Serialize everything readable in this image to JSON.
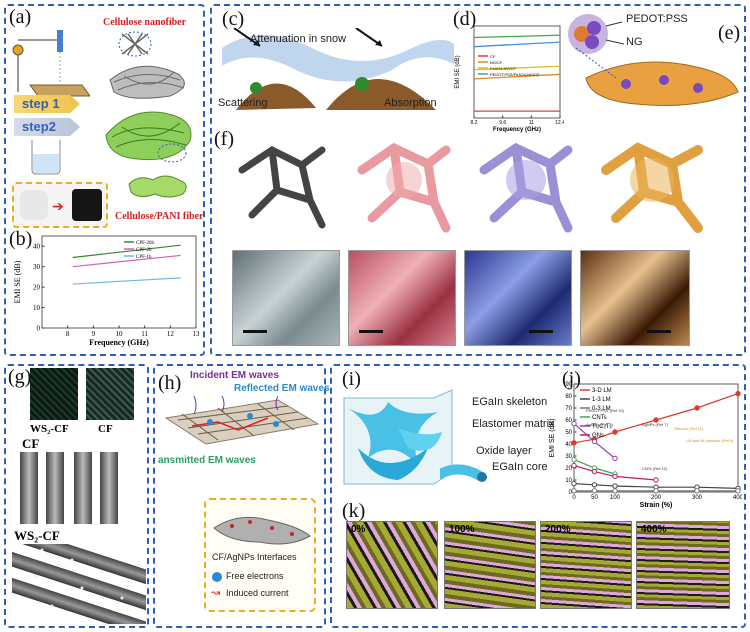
{
  "figure": {
    "panel_labels": {
      "a": "(a)",
      "b": "(b)",
      "c": "(c)",
      "d": "(d)",
      "e": "(e)",
      "f": "(f)",
      "g": "(g)",
      "h": "(h)",
      "i": "(i)",
      "j": "(j)",
      "k": "(k)"
    },
    "a": {
      "cellulose_nanofiber": "Cellulose nanofiber",
      "step1": "step 1",
      "step2": "step2",
      "pani_fiber": "Cellulose/PANI fiber"
    },
    "c": {
      "attenuation": "Attenuation in snow",
      "scattering": "Scattering",
      "absorption": "Absorption"
    },
    "e": {
      "pedot": "PEDOT:PSS",
      "ng": "NG"
    },
    "g": {
      "ws2cf_top": "WS₂-CF",
      "cf_top": "CF",
      "cf_label": "CF",
      "ws2cf_label": "WS₂-CF"
    },
    "h": {
      "incident": "Incident EM waves",
      "reflected": "Reflected EM waves",
      "transmitted": "ansmitted EM waves",
      "interfaces": "CF/AgNPs Interfaces",
      "free_electrons": "Free electrons",
      "induced_current": "Induced current"
    },
    "i": {
      "skeleton": "EGaIn skeleton",
      "matrix": "Elastomer matrix",
      "oxide": "Oxide layer",
      "core": "EGaIn core"
    },
    "k": {
      "strains": [
        "0%",
        "100%",
        "200%",
        "400%"
      ]
    }
  },
  "chart_data": [
    {
      "panel": "b",
      "type": "line",
      "xlabel": "Frequency (GHz)",
      "ylabel": "EMI SE  (dB)",
      "xlim": [
        7,
        13
      ],
      "ylim": [
        0,
        45
      ],
      "xticks": [
        8,
        9,
        10,
        11,
        12,
        13
      ],
      "yticks": [
        0,
        10,
        20,
        30,
        40
      ],
      "legend_position": "top-right",
      "series": [
        {
          "name": "CPF-20h",
          "color": "#2f8a2f",
          "x": [
            8.2,
            12.4
          ],
          "y": [
            34.5,
            40.5
          ]
        },
        {
          "name": "CPF-2h",
          "color": "#d060c0",
          "x": [
            8.2,
            12.4
          ],
          "y": [
            30,
            35.5
          ]
        },
        {
          "name": "CPF-1h",
          "color": "#6fb8e6",
          "x": [
            8.2,
            12.4
          ],
          "y": [
            21.5,
            24.5
          ]
        }
      ]
    },
    {
      "panel": "d",
      "type": "line",
      "xlabel": "Frequency (GHz)",
      "ylabel": "EMI SE (dB)",
      "xlim": [
        8.2,
        12.4
      ],
      "ylim": [
        0,
        40
      ],
      "xticks": [
        8.2,
        9.6,
        11.0,
        12.4
      ],
      "legend_position": "middle-left",
      "series": [
        {
          "name": "CF",
          "color": "#e23c3c",
          "x": [
            8.2,
            12.4
          ],
          "y": [
            3,
            3
          ]
        },
        {
          "name": "NG/CF",
          "color": "#e08a1a",
          "x": [
            8.2,
            12.4
          ],
          "y": [
            17,
            19
          ]
        },
        {
          "name": "Fe3O4-NG/CF",
          "color": "#d8c21a",
          "x": [
            8.2,
            12.4
          ],
          "y": [
            21,
            22.5
          ]
        },
        {
          "name": "PEDOT:PSS/Fe3O4-NG/CF",
          "color": "#4a8fd6",
          "x": [
            8.2,
            12.4
          ],
          "y": [
            31,
            33
          ]
        },
        {
          "name": "",
          "color": "#3fae5a",
          "x": [
            8.2,
            12.4
          ],
          "y": [
            35,
            36
          ]
        }
      ]
    },
    {
      "panel": "j",
      "type": "line",
      "xlabel": "Strain (%)",
      "ylabel": "EMI SE (dB)",
      "xlim": [
        0,
        400
      ],
      "ylim": [
        0,
        90
      ],
      "xticks": [
        0,
        50,
        100,
        200,
        300,
        400
      ],
      "yticks": [
        0,
        10,
        20,
        30,
        40,
        50,
        60,
        70,
        80,
        90
      ],
      "legend_position": "top-left",
      "series": [
        {
          "name": "3-D LM",
          "color": "#e0392b",
          "x": [
            0,
            50,
            100,
            200,
            300,
            400
          ],
          "y": [
            41,
            44,
            50,
            60,
            70,
            82
          ]
        },
        {
          "name": "1-3 LM",
          "color": "#444444",
          "x": [
            0,
            50,
            100,
            200,
            300,
            400
          ],
          "y": [
            7,
            6,
            5,
            4,
            4,
            3
          ]
        },
        {
          "name": "0-3 LM",
          "color": "#777777",
          "x": [
            0,
            50,
            100,
            200,
            300,
            400
          ],
          "y": [
            1,
            1,
            1,
            1,
            1,
            1
          ]
        },
        {
          "name": "CNTs",
          "color": "#3aa655",
          "x": [
            0,
            50,
            100
          ],
          "y": [
            27,
            20,
            15
          ]
        },
        {
          "name": "Ti₃C₂Tₓ",
          "color": "#8e44ad",
          "x": [
            0,
            50,
            100
          ],
          "y": [
            57,
            42,
            28
          ]
        },
        {
          "name": "GNs",
          "color": "#c2185b",
          "x": [
            0,
            50,
            100,
            200
          ],
          "y": [
            22,
            17,
            13,
            10
          ]
        }
      ],
      "annotations": [
        "PEDOT:PSS (Ref 10)",
        "AgNWs (Ref 8)",
        "AgNPs (Ref 7)",
        "CNTs (Ref 12)",
        "Silicone (Ref 11)",
        "LM and Ni particles (Ref 9)"
      ]
    }
  ]
}
